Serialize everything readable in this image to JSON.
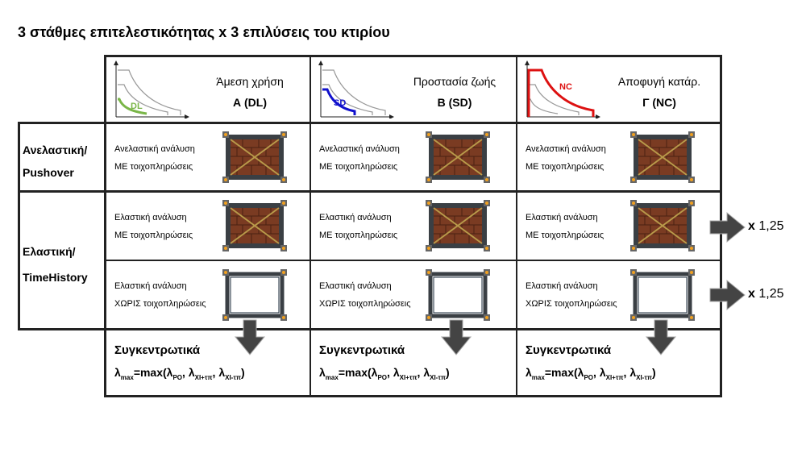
{
  "title": "3 στάθμες επιτελεστικότητας x 3 επιλύσεις του κτιρίου",
  "columns": [
    {
      "name": "Άμεση χρήση",
      "code": "Α (DL)",
      "curve_label": "DL",
      "color": "#7ab648"
    },
    {
      "name": "Προστασία ζωής",
      "code": "Β (SD)",
      "curve_label": "SD",
      "color": "#1010cc"
    },
    {
      "name": "Αποφυγή κατάρ.",
      "code": "Γ (NC)",
      "curve_label": "NC",
      "color": "#dd1111"
    }
  ],
  "rows": [
    {
      "label_lines": [
        "Ανελαστική/",
        "Pushover"
      ]
    },
    {
      "label_lines": [
        "Ελαστική/",
        "TimeHistory"
      ]
    }
  ],
  "cells": {
    "pushover": [
      "Ανελαστική ανάλυση",
      "ΜΕ τοιχοπληρώσεις"
    ],
    "elastic_infill": [
      "Ελαστική ανάλυση",
      "ΜΕ τοιχοπληρώσεις"
    ],
    "elastic_bare": [
      "Ελαστική ανάλυση",
      "ΧΩΡΙΣ τοιχοπληρώσεις"
    ]
  },
  "summary": {
    "title": "Συγκεντρωτικά",
    "lambda": "λ",
    "max_sub": "max",
    "eq": "=max(",
    "po": "PO",
    "xi_plus": "XI+τπ",
    "xi_minus": "XI-τπ",
    "comma": ", ",
    "close": ")"
  },
  "multiplier": {
    "x": "x",
    "value": "1,25"
  }
}
